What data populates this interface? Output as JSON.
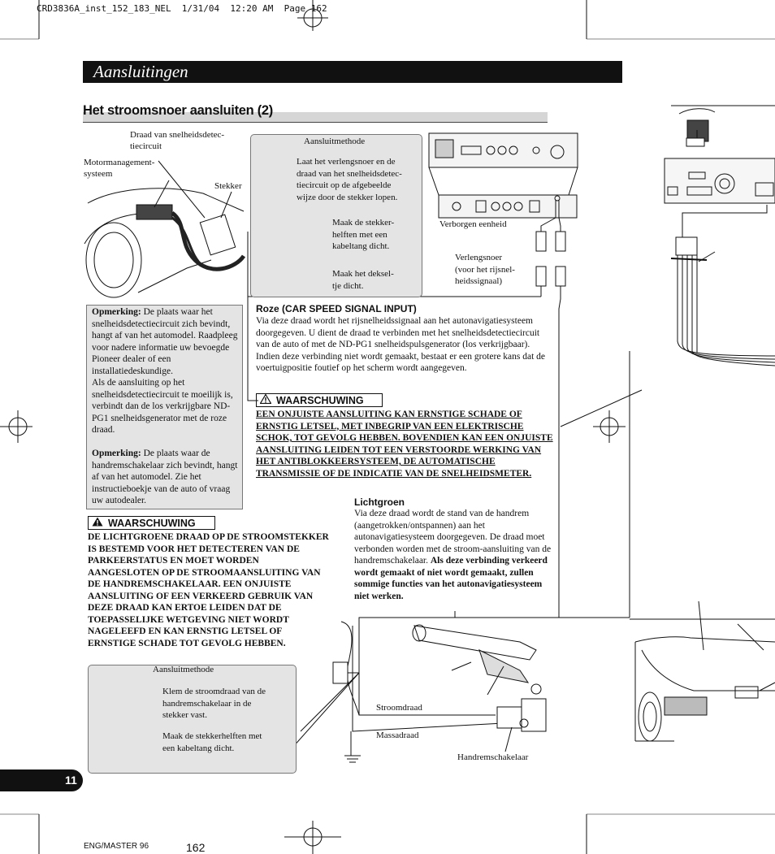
{
  "header": {
    "print_slug": "CRD3836A_inst_152_183_NEL  1/31/04  12:20 AM  Page 162",
    "chapter_title": "Aansluitingen",
    "section_title": "Het stroomsnoer aansluiten (2)"
  },
  "labels": {
    "speed_circuit": "Draad van snelheidsdetec-\ntiecircuit",
    "engine_mgmt": "Motormanagement-\nsysteem",
    "plug": "Stekker",
    "hidden_unit": "Verborgen eenheid",
    "extension_cord": "Verlengsnoer\n(voor het rijsnel-\nheidssignaal)",
    "power_wire": "Stroomdraad",
    "ground_wire": "Massadraad",
    "handbrake_switch": "Handremschakelaar"
  },
  "method_box_top": {
    "title": "Aansluitmethode",
    "step1": "Laat het verlengsnoer en de\ndraad van het snelheidsdetec-\ntiecircuit op de afgebeelde\nwijze door de stekker lopen.",
    "step2": "Maak de stekker-\nhelften met een\nkabeltang dicht.",
    "step3": "Maak het deksel-\ntje dicht."
  },
  "method_box_bottom": {
    "title": "Aansluitmethode",
    "step1": "Klem de stroomdraad van de\nhandremschakelaar in de\nstekker vast.",
    "step2": "Maak de stekkerhelften met\neen kabeltang dicht."
  },
  "note_box": {
    "note1_label": "Opmerking:",
    "note1_text": " De plaats waar het snelheidsdetectiecircuit zich bevindt, hangt af van het automodel. Raadpleeg voor nadere informatie uw bevoegde Pioneer dealer of een installatiedeskundige.\nAls de aansluiting op het snelheidsdetectiecircuit te moeilijk is, verbindt dan de los verkrijgbare ND-PG1 snelheidsgenerator met de roze draad.",
    "note2_label": "Opmerking:",
    "note2_text": " De plaats waar de handremschakelaar zich bevindt, hangt af van het automodel. Zie het instructieboekje van de auto of vraag uw autodealer."
  },
  "pink_section": {
    "heading": "Roze (CAR SPEED SIGNAL INPUT)",
    "text": "Via deze draad wordt het rijsnelheidssignaal aan het autonavigatiesysteem doorgegeven. U dient de draad te verbinden met het snelheidsdetectiecircuit van de auto of met de ND-PG1 snelheidspulsgenerator (los verkrijgbaar). Indien deze verbinding niet wordt gemaakt, bestaat er een grotere kans dat de voertuigpositie foutief op het scherm wordt aangegeven."
  },
  "warning_1": {
    "badge": "WAARSCHUWING",
    "text": "EEN ONJUISTE AANSLUITING KAN ERNSTIGE SCHADE OF ERNSTIG LETSEL, MET INBEGRIP VAN EEN ELEKTRISCHE SCHOK, TOT GEVOLG HEBBEN. BOVENDIEN KAN EEN ONJUISTE AANSLUITING LEIDEN TOT EEN VERSTOORDE WERKING VAN HET ANTIBLOKKEERSYSTEEM, DE AUTOMATISCHE TRANSMISSIE OF DE INDICATIE VAN DE SNELHEIDSMETER."
  },
  "green_section": {
    "heading": "Lichtgroen",
    "text": "Via deze draad wordt de stand van de handrem (aangetrokken/ontspannen) aan het autonavigatiesysteem doorgegeven. De draad moet verbonden worden met de stroom-aansluiting van de handremschakelaar. ",
    "bold_text": "Als deze verbinding verkeerd wordt gemaakt of niet wordt gemaakt, zullen sommige functies van het autonavigatiesysteem niet werken."
  },
  "warning_2": {
    "badge": "WAARSCHUWING",
    "text": "DE LICHTGROENE DRAAD OP DE STROOMSTEKKER IS BESTEMD VOOR HET DETECTEREN VAN DE PARKEERSTATUS EN MOET WORDEN AANGESLOTEN OP DE STROOMAANSLUITING VAN DE HANDREMSCHAKELAAR. EEN ONJUISTE AANSLUITING OF EEN VERKEERD GEBRUIK VAN DEZE DRAAD KAN ERTOE LEIDEN DAT DE TOEPASSELIJKE WETGEVING NIET WORDT NAGELEEFD EN KAN ERNSTIG LETSEL OF ERNSTIGE SCHADE TOT GEVOLG HEBBEN."
  },
  "footer": {
    "page_tab": "11",
    "master": "ENG/MASTER 96",
    "page_number": "162"
  },
  "colors": {
    "ink": "#111111",
    "panel_gray": "#e4e4e4",
    "section_gray": "#d6d6d6"
  }
}
